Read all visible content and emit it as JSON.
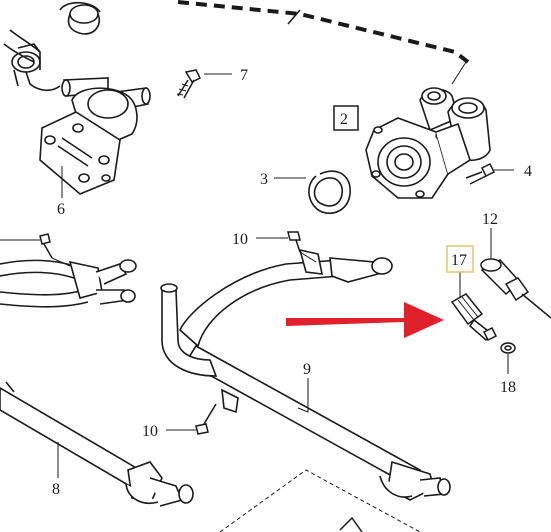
{
  "callouts": {
    "c2": "2",
    "c3": "3",
    "c4": "4",
    "c6": "6",
    "c7": "7",
    "c8": "8",
    "c9": "9",
    "c10a": "10",
    "c10b": "10",
    "c12": "12",
    "c17": "17",
    "c18": "18"
  },
  "colors": {
    "line": "#1a1a1a",
    "highlight_box": "#e2c86a",
    "arrow": "#e0202a"
  },
  "highlighted_part": "17"
}
